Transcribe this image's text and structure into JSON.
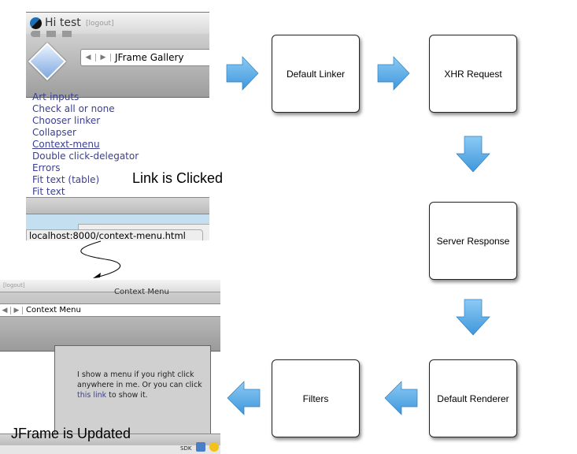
{
  "top_screenshot": {
    "greeting": "Hi test",
    "logout": "[logout]",
    "nav_title": "JFrame Gallery",
    "links": [
      "Art-inputs",
      "Check all or none",
      "Chooser linker",
      "Collapser",
      "Context-menu",
      "Double click-delegator",
      "Errors",
      "Fit text",
      "Fit text"
    ],
    "link_suffix": "(table)",
    "status_url": "localhost:8000/context-menu.html"
  },
  "bottom_screenshot": {
    "logout": "[logout]",
    "window_title": "Context Menu",
    "nav_title": "Context Menu",
    "content_line1": "I show a menu if you right click",
    "content_line2": "anywhere in me. Or you can click",
    "content_link": "this link",
    "content_after_link": " to show it.",
    "sdk": "SDK"
  },
  "annotations": {
    "link_clicked": "Link is Clicked",
    "jframe_updated": "JFrame is Updated"
  },
  "steps": {
    "default_linker": "Default Linker",
    "xhr_request": "XHR Request",
    "server_response": "Server Response",
    "default_renderer": "Default Renderer",
    "filters": "Filters"
  },
  "colors": {
    "arrow": "#5aaee8",
    "link": "#3b3f8f"
  }
}
